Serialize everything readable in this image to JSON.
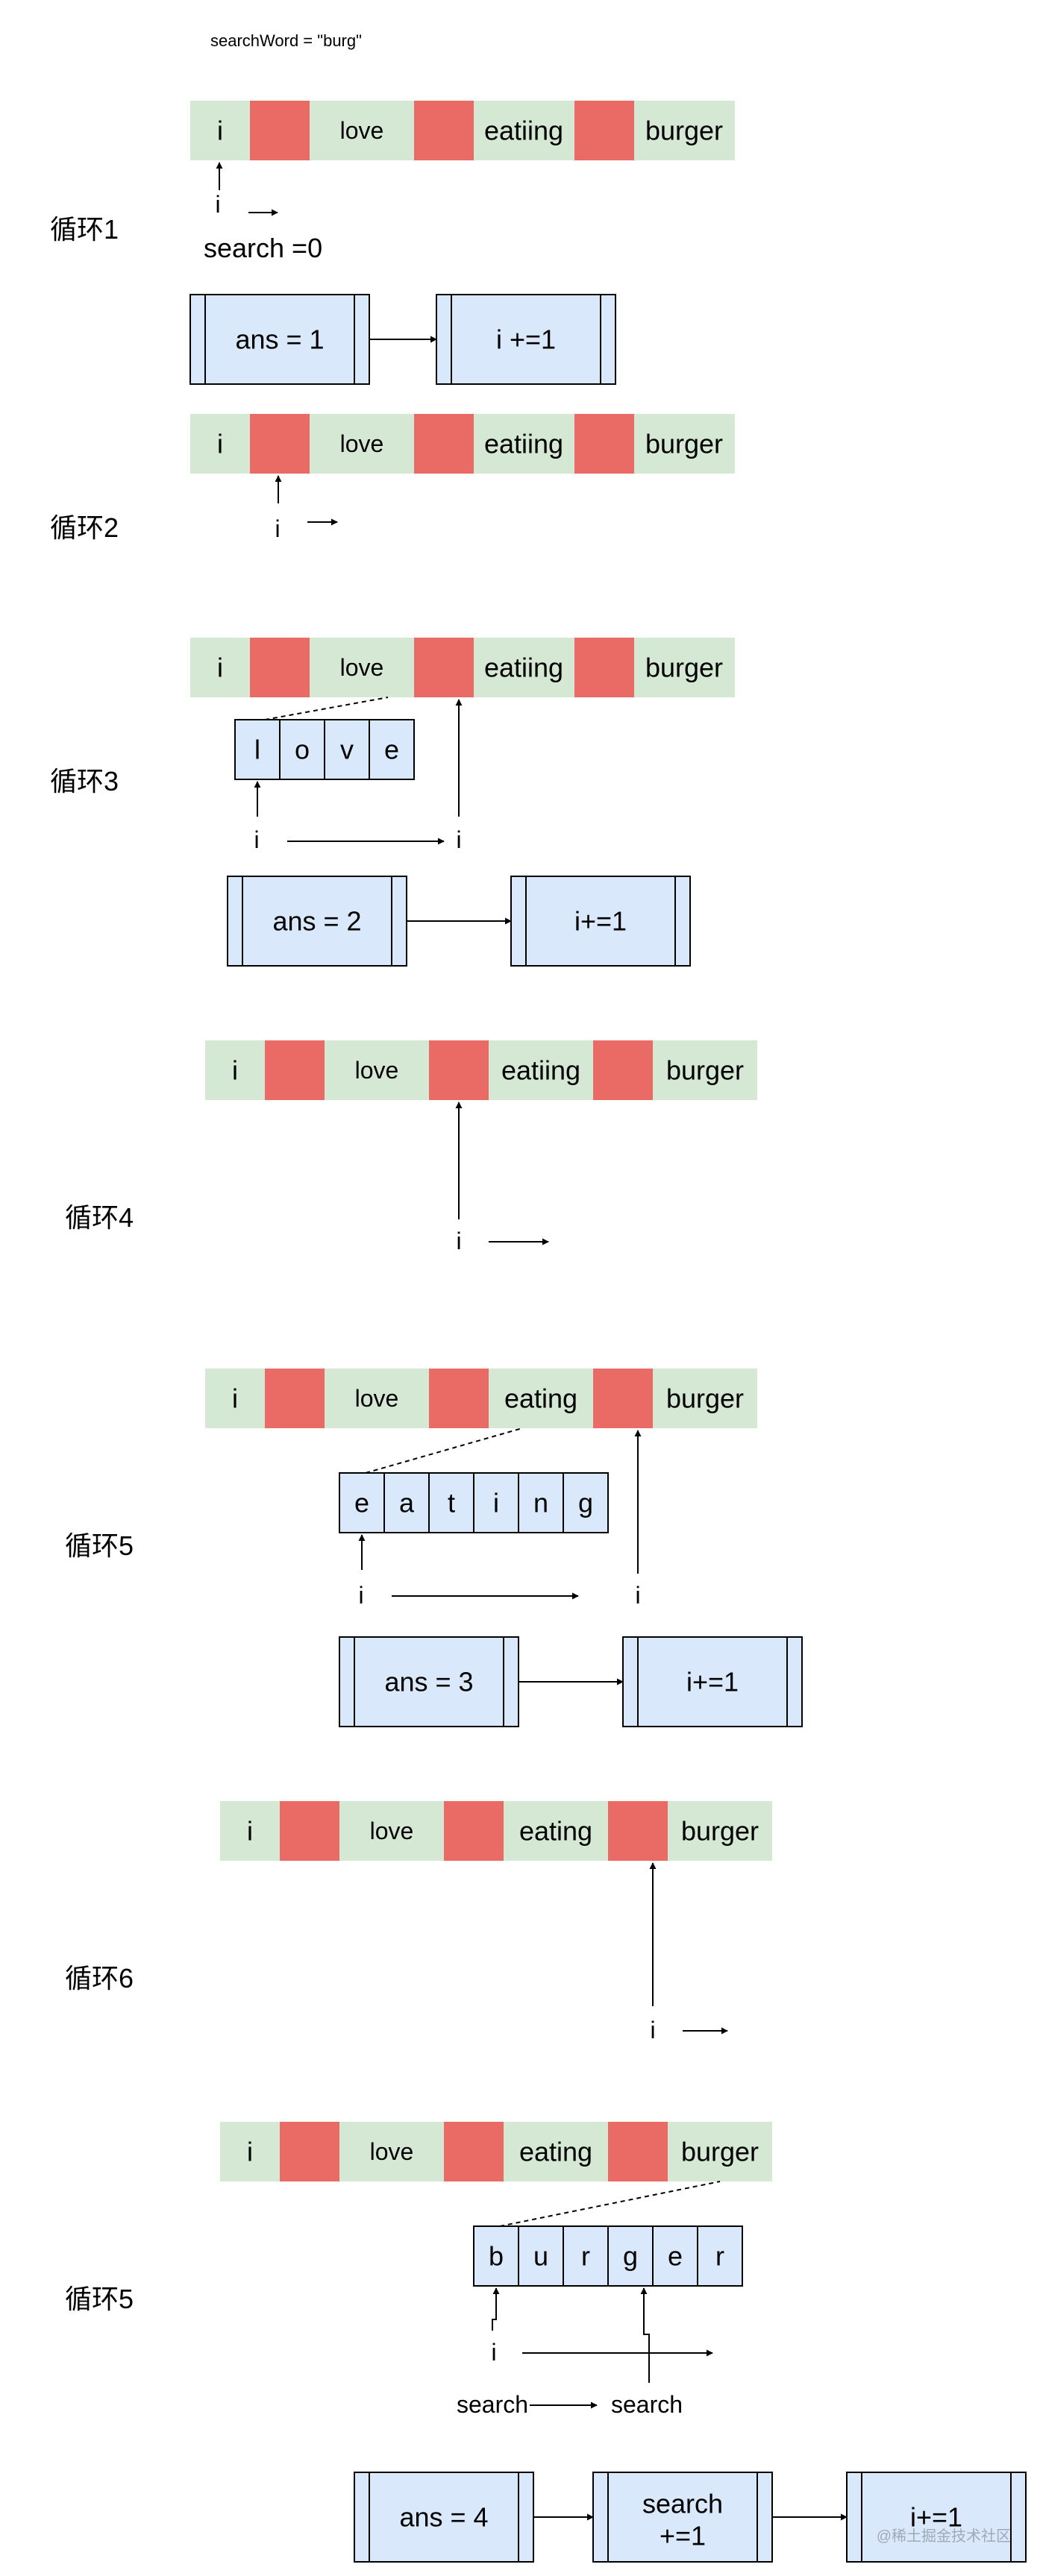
{
  "header": {
    "search_word_label": "searchWord = \"burg\""
  },
  "colors": {
    "word_cell": "#d5e8d4",
    "space_cell": "#ea6b66",
    "box_fill": "#dae8fc",
    "box_stroke": "#000000"
  },
  "sentence1": [
    "i",
    "",
    "love",
    "",
    "eatiing",
    "",
    "burger"
  ],
  "sentence2": [
    "i",
    "",
    "love",
    "",
    "eating",
    "",
    "burger"
  ],
  "pointer_label": "i",
  "loops": [
    {
      "label": "循环1",
      "search_text": "search =0",
      "ans": "ans = 1",
      "inc": "i +=1"
    },
    {
      "label": "循环2"
    },
    {
      "label": "循环3",
      "letters": [
        "l",
        "o",
        "v",
        "e"
      ],
      "ans": "ans = 2",
      "inc": "i+=1"
    },
    {
      "label": "循环4"
    },
    {
      "label": "循环5",
      "letters": [
        "e",
        "a",
        "t",
        "i",
        "n",
        "g"
      ],
      "ans": "ans = 3",
      "inc": "i+=1"
    },
    {
      "label": "循环6"
    },
    {
      "label": "循环5",
      "letters": [
        "b",
        "u",
        "r",
        "g",
        "e",
        "r"
      ],
      "search_a": "search",
      "search_b": "search",
      "ans": "ans = 4",
      "search_inc_1": "search",
      "search_inc_2": "+=1",
      "inc": "i+=1"
    }
  ],
  "watermark": "@稀土掘金技术社区"
}
